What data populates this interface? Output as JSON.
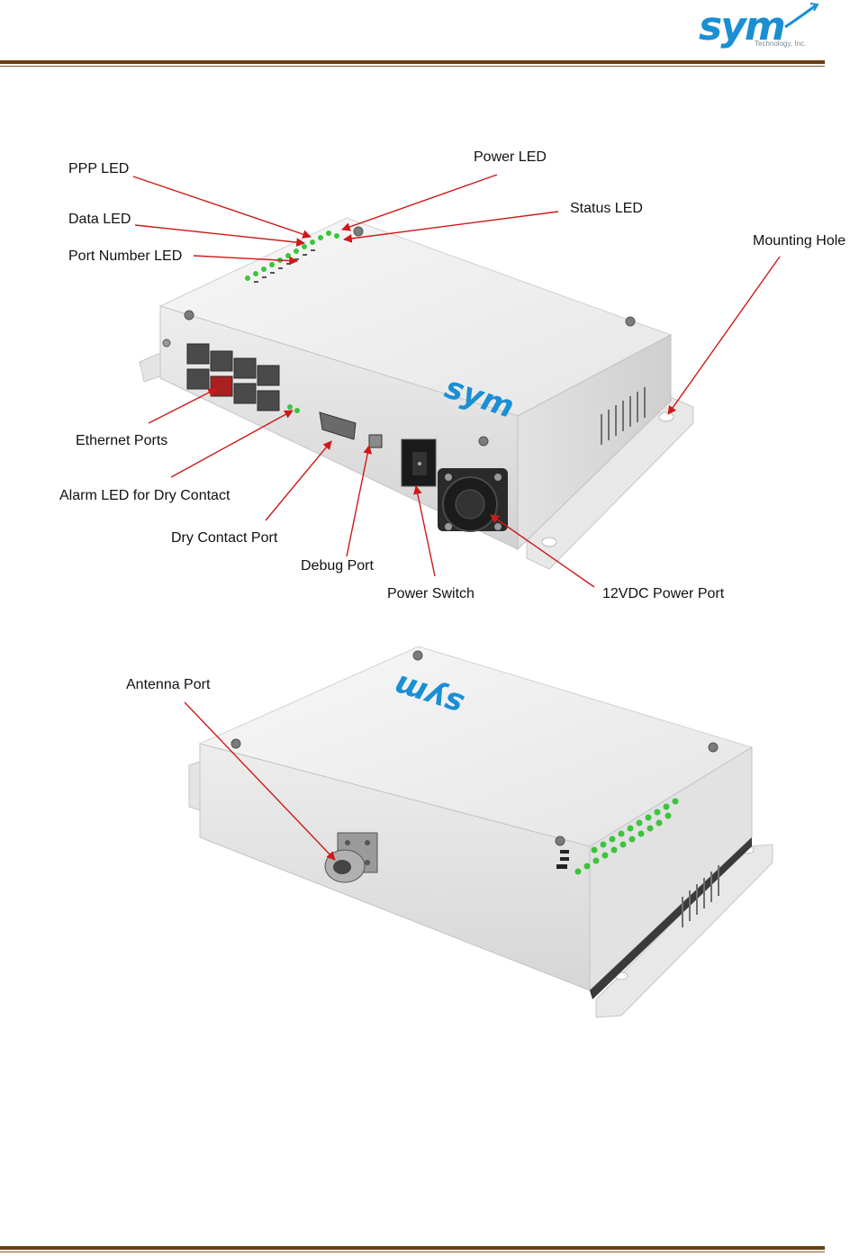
{
  "header": {
    "brand": "sym",
    "brand_sub": "Technology, Inc.",
    "brand_color": "#1a8fd3",
    "rule_color": "#6a3d12"
  },
  "figure_front": {
    "labels": {
      "ppp_led": "PPP LED",
      "power_led": "Power LED",
      "data_led": "Data LED",
      "status_led": "Status LED",
      "port_number_led": "Port Number LED",
      "mounting_hole": "Mounting Hole",
      "ethernet_ports": "Ethernet Ports",
      "alarm_led": "Alarm LED for Dry Contact",
      "dry_contact_port": "Dry Contact Port",
      "debug_port": "Debug Port",
      "power_switch": "Power Switch",
      "power_port": "12VDC Power Port"
    },
    "device_logo": "sym",
    "led_color": "#3cc43c",
    "arrow_color": "#cc1a1a"
  },
  "figure_back": {
    "labels": {
      "antenna_port": "Antenna Port"
    },
    "device_logo": "sym"
  }
}
